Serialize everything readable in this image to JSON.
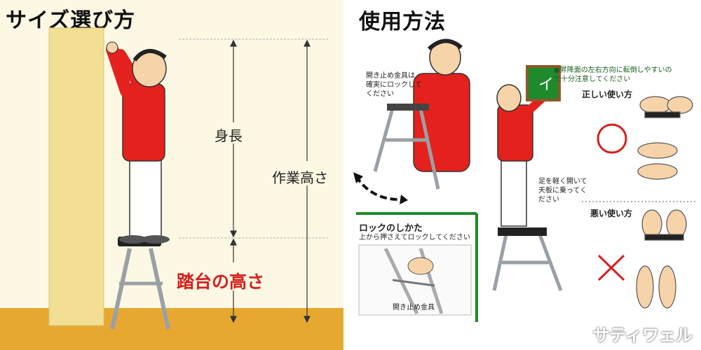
{
  "left": {
    "title": "サイズ選び方",
    "labels": {
      "height": "身長",
      "work_height": "作業高さ",
      "step_height": "踏台の高さ"
    }
  },
  "right": {
    "title": "使用方法",
    "notes": {
      "lock_fixture": [
        "開き止め金具は",
        "確実にロックして",
        "ください"
      ],
      "tip_warning": [
        "●昇降面の左右方向に転倒しやすいの",
        "で十分注意してください"
      ],
      "correct_use": "正しい使い方",
      "feet_open": [
        "足を軽く開いて",
        "天板に乗ってく",
        "ださい"
      ],
      "wrong_use": "悪い使い方",
      "lock_how_title": "ロックのしかた",
      "lock_how_sub": "上から押さえてロックしてください",
      "lock_fixture_small": "開き止め金具",
      "ok_mark": "○",
      "ng_mark": "×"
    },
    "watermark": "サティワェル"
  },
  "colors": {
    "red_shirt": "#e4211c",
    "floor": "#e7a832",
    "wall": "#f2df93",
    "green_frame": "#1f8a2c",
    "warn_red": "#d4201e"
  }
}
